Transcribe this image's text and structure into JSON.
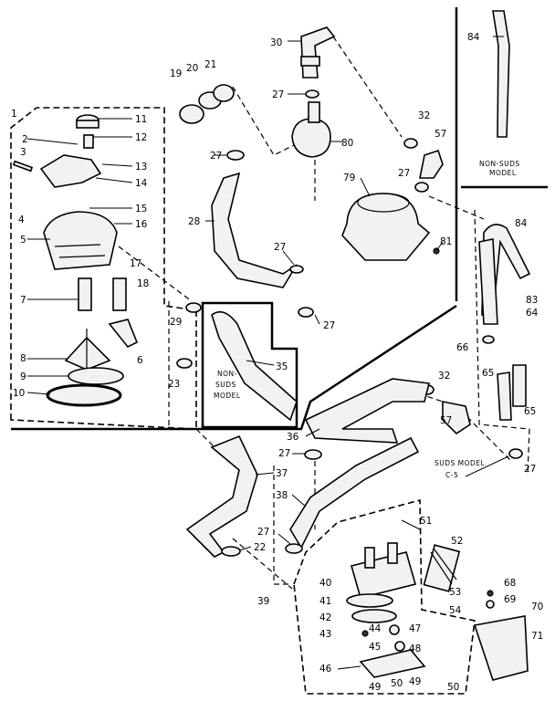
{
  "callouts": [
    {
      "id": "1",
      "text": "1"
    },
    {
      "id": "2",
      "text": "2"
    },
    {
      "id": "3",
      "text": "3"
    },
    {
      "id": "4",
      "text": "4"
    },
    {
      "id": "5",
      "text": "5"
    },
    {
      "id": "6",
      "text": "6"
    },
    {
      "id": "7",
      "text": "7"
    },
    {
      "id": "8",
      "text": "8"
    },
    {
      "id": "9",
      "text": "9"
    },
    {
      "id": "10",
      "text": "10"
    },
    {
      "id": "11",
      "text": "11"
    },
    {
      "id": "12",
      "text": "12"
    },
    {
      "id": "13",
      "text": "13"
    },
    {
      "id": "14",
      "text": "14"
    },
    {
      "id": "15",
      "text": "15"
    },
    {
      "id": "16",
      "text": "16"
    },
    {
      "id": "17",
      "text": "17"
    },
    {
      "id": "18",
      "text": "18"
    },
    {
      "id": "19",
      "text": "19"
    },
    {
      "id": "20",
      "text": "20"
    },
    {
      "id": "21",
      "text": "21"
    },
    {
      "id": "22",
      "text": "22"
    },
    {
      "id": "23",
      "text": "23"
    },
    {
      "id": "27",
      "text": "27"
    },
    {
      "id": "28",
      "text": "28"
    },
    {
      "id": "29",
      "text": "29"
    },
    {
      "id": "30",
      "text": "30"
    },
    {
      "id": "32",
      "text": "32"
    },
    {
      "id": "35",
      "text": "35"
    },
    {
      "id": "36",
      "text": "36"
    },
    {
      "id": "37",
      "text": "37"
    },
    {
      "id": "38",
      "text": "38"
    },
    {
      "id": "39",
      "text": "39"
    },
    {
      "id": "40",
      "text": "40"
    },
    {
      "id": "41",
      "text": "41"
    },
    {
      "id": "42",
      "text": "42"
    },
    {
      "id": "43",
      "text": "43"
    },
    {
      "id": "44",
      "text": "44"
    },
    {
      "id": "45",
      "text": "45"
    },
    {
      "id": "46",
      "text": "46"
    },
    {
      "id": "47",
      "text": "47"
    },
    {
      "id": "48",
      "text": "48"
    },
    {
      "id": "49",
      "text": "49"
    },
    {
      "id": "50",
      "text": "50"
    },
    {
      "id": "51",
      "text": "51"
    },
    {
      "id": "52",
      "text": "52"
    },
    {
      "id": "53",
      "text": "53"
    },
    {
      "id": "54",
      "text": "54"
    },
    {
      "id": "57",
      "text": "57"
    },
    {
      "id": "64",
      "text": "64"
    },
    {
      "id": "65",
      "text": "65"
    },
    {
      "id": "66",
      "text": "66"
    },
    {
      "id": "68",
      "text": "68"
    },
    {
      "id": "69",
      "text": "69"
    },
    {
      "id": "70",
      "text": "70"
    },
    {
      "id": "71",
      "text": "71"
    },
    {
      "id": "79",
      "text": "79"
    },
    {
      "id": "80",
      "text": "80"
    },
    {
      "id": "81",
      "text": "81"
    },
    {
      "id": "83",
      "text": "83"
    },
    {
      "id": "84",
      "text": "84"
    }
  ],
  "notes": {
    "non_suds_model_top_1": "NON-SUDS",
    "non_suds_model_top_2": "MODEL",
    "non_suds_model_mid_1": "NON-",
    "non_suds_model_mid_2": "SUDS",
    "non_suds_model_mid_3": "MODEL",
    "suds_model_1": "SUDS MODEL",
    "suds_model_2": "C-5"
  }
}
